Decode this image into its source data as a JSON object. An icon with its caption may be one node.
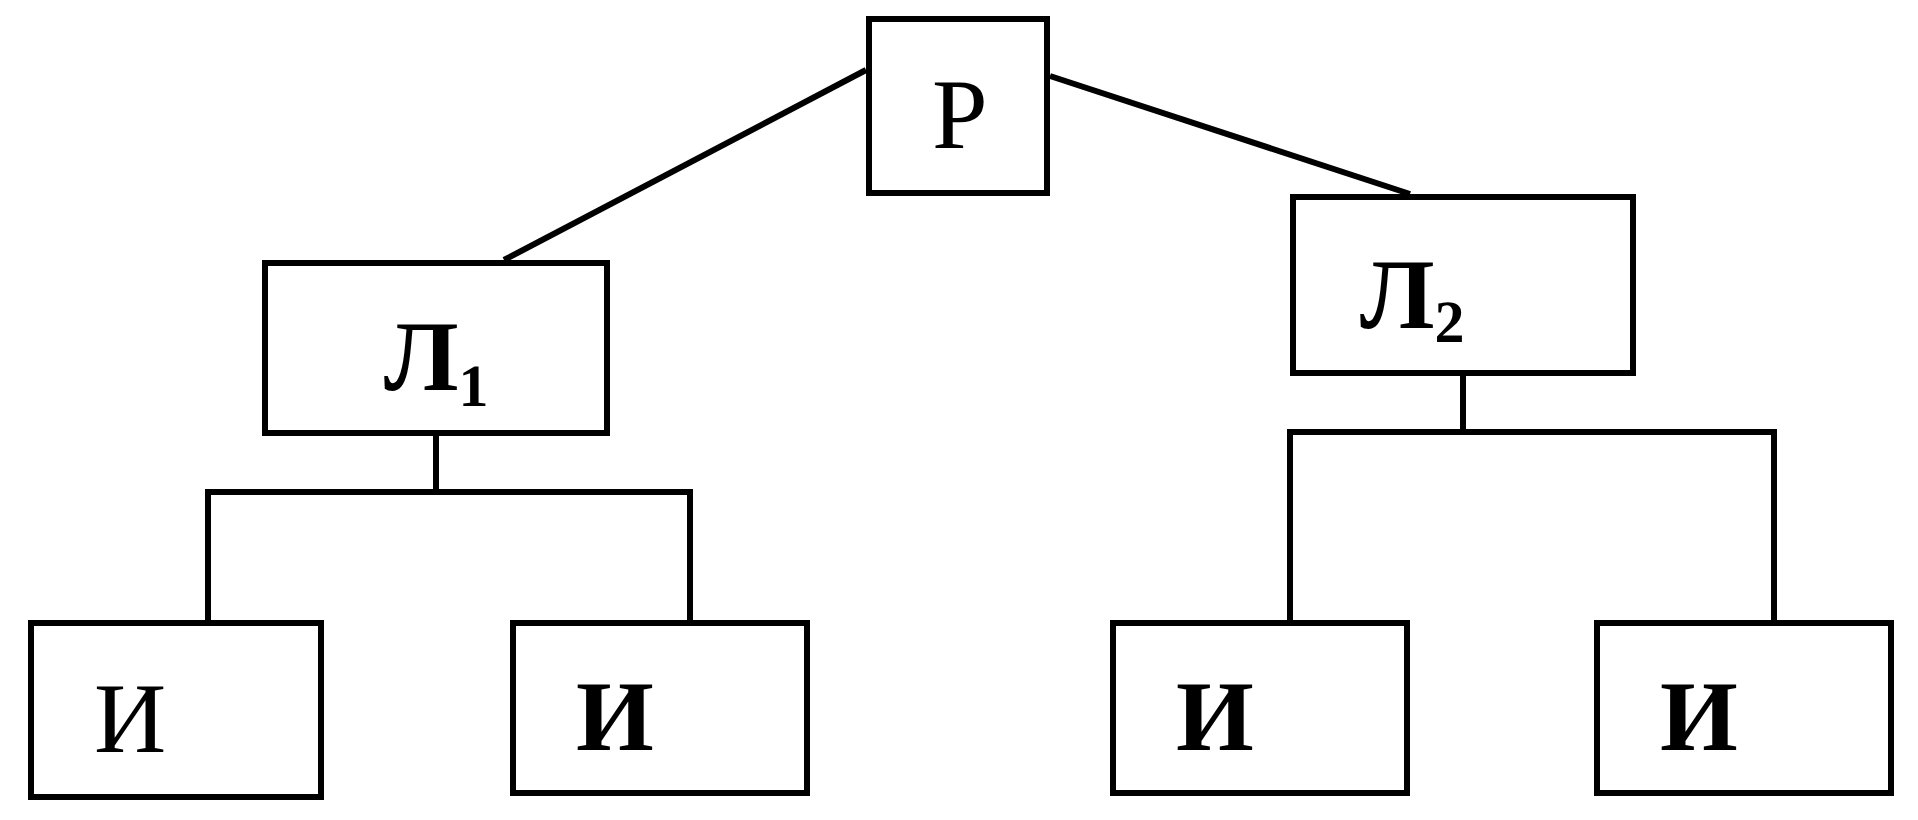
{
  "diagram": {
    "nodes": [
      {
        "text": [
          "Р"
        ]
      },
      {
        "text": [
          "Л$_{1}$"
        ]
      },
      {
        "text": [
          "Л$_{2}$"
        ]
      },
      {
        "text": [
          "И"
        ]
      },
      {
        "text": [
          "И"
        ]
      },
      {
        "text": [
          "И"
        ]
      },
      {
        "text": [
          "И"
        ]
      }
    ],
    "edges": [
      {
        "from": 0,
        "to": 1,
        "arrow": "none"
      },
      {
        "from": 0,
        "to": 2,
        "arrow": "none"
      },
      {
        "from": 1,
        "to": 3,
        "arrow": "none"
      },
      {
        "from": 1,
        "to": 4,
        "arrow": "none"
      },
      {
        "from": 2,
        "to": 5,
        "arrow": "none"
      },
      {
        "from": 2,
        "to": 6,
        "arrow": "none"
      }
    ]
  }
}
